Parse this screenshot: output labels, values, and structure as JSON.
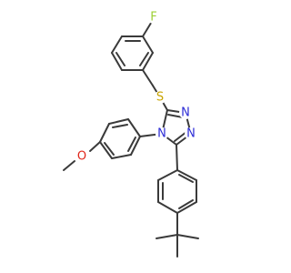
{
  "molecule": {
    "atoms": {
      "fluorine": {
        "label": "F",
        "color": "#9ccf33"
      },
      "sulfur": {
        "label": "S",
        "color": "#c8a400"
      },
      "triazole_n1": {
        "label": "N",
        "color": "#2c2cd6"
      },
      "triazole_n2": {
        "label": "N",
        "color": "#2c2cd6"
      },
      "triazole_n4": {
        "label": "N",
        "color": "#2c2cd6"
      },
      "methoxy_o": {
        "label": "O",
        "color": "#e0261a"
      }
    },
    "bond_color": "#3a3a3a"
  }
}
